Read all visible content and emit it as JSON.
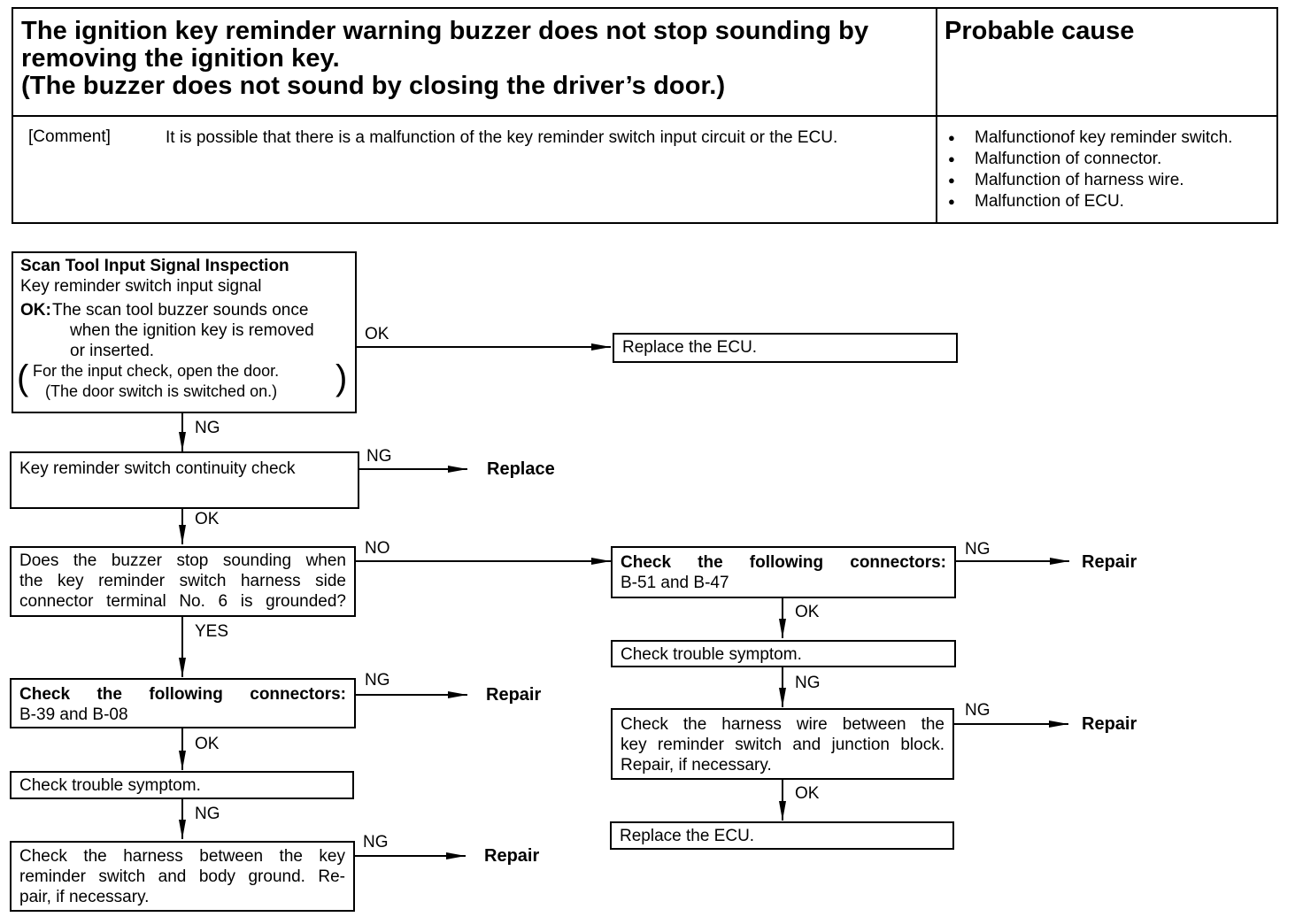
{
  "header": {
    "title_lines": [
      "The ignition key reminder warning buzzer does not stop sounding by",
      "removing the ignition key.",
      "(The buzzer does not sound by closing the driver’s door.)"
    ],
    "cause_heading": "Probable cause",
    "comment_label": "[Comment]",
    "comment_text": "It is possible that there is a malfunction of the key reminder switch input circuit or the ECU.",
    "causes": [
      "Malfunctionof key reminder switch.",
      "Malfunction of connector.",
      "Malfunction of harness wire.",
      "Malfunction of ECU."
    ]
  },
  "flow": {
    "scan": {
      "title": "Scan Tool Input Signal Inspection",
      "subtitle": "Key reminder switch input signal",
      "ok_key": "OK:",
      "ok_lines": [
        "The scan tool buzzer sounds once",
        "when the ignition key is removed",
        "or inserted."
      ],
      "paren_open": "(",
      "paren_close": ")",
      "note_lines": [
        "For the input check, open the door.",
        "(The door switch is switched on.)"
      ]
    },
    "replace_ecu_1": "Replace the ECU.",
    "continuity": "Key reminder switch continuity check",
    "replace_action": "Replace",
    "buzzer_question": [
      "Does the buzzer stop sounding when",
      "the key reminder switch harness side",
      "connector terminal No. 6 is grounded?"
    ],
    "check_conn_1": [
      "Check the following connectors:",
      "B-39 and B-08"
    ],
    "trouble_1": "Check trouble symptom.",
    "harness_ground": [
      "Check the harness between the key",
      "reminder switch and body ground. Re-",
      "pair, if necessary."
    ],
    "check_conn_2": [
      "Check the following connectors:",
      "B-51 and B-47"
    ],
    "trouble_2": "Check trouble symptom.",
    "harness_jb": [
      "Check the harness wire between the",
      "key reminder switch and junction block.",
      "Repair, if necessary."
    ],
    "replace_ecu_2": "Replace the ECU.",
    "repair_action": "Repair",
    "labels": {
      "ok": "OK",
      "ng": "NG",
      "no": "NO",
      "yes": "YES"
    }
  }
}
